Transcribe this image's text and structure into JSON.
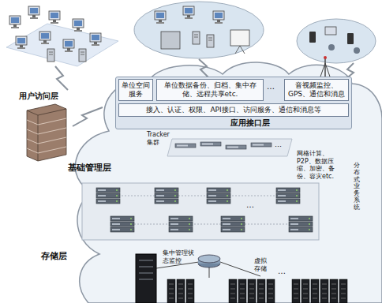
{
  "diagram": {
    "nodes": [
      {
        "text": [
          "应用接口层"
        ]
      },
      {
        "text": [
          "单位空间服务"
        ],
        "in": 0
      },
      {
        "text": [
          "单位数据备份、归档、集中存储、远程共享etc."
        ],
        "in": 0
      },
      {
        "text": [
          "音视频监控、GPS、通信和消息"
        ],
        "in": 0
      },
      {
        "text": [
          "接入、认证、权限、API接口、访问服务、通信和消息等"
        ],
        "in": 0
      }
    ],
    "labels": [
      "用户访问层",
      "…",
      "Tracker 集群",
      "…",
      "基础管理层",
      "网格计算、P2P、数据压缩、加密、备份、容灾etc.",
      "分布式业务系统",
      "…",
      "存储层",
      "集中管理状态监控",
      "虚拟存储",
      "…"
    ]
  }
}
